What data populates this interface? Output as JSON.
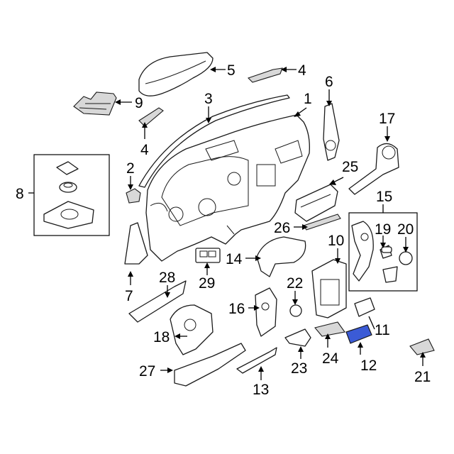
{
  "diagram": {
    "highlight_color": "#3b5bd6",
    "highlighted_part": "12",
    "callouts": {
      "c1": "1",
      "c2": "2",
      "c3": "3",
      "c4a": "4",
      "c4b": "4",
      "c5": "5",
      "c6": "6",
      "c7": "7",
      "c8": "8",
      "c9": "9",
      "c10": "10",
      "c11": "11",
      "c12": "12",
      "c13": "13",
      "c14": "14",
      "c15": "15",
      "c16": "16",
      "c17": "17",
      "c18": "18",
      "c19": "19",
      "c20": "20",
      "c21": "21",
      "c22": "22",
      "c23": "23",
      "c24": "24",
      "c25": "25",
      "c26": "26",
      "c27": "27",
      "c28": "28",
      "c29": "29"
    }
  }
}
